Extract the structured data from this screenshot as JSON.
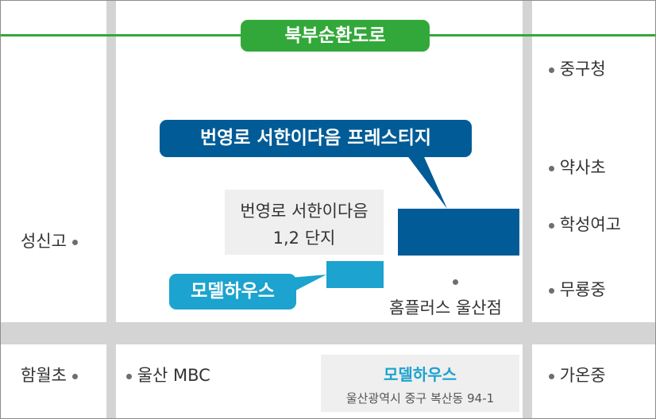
{
  "title_road": "북부순환도로",
  "site_label": "번영로 서한이다음 프레스티지",
  "existing_complex": {
    "line1": "번영로 서한이다음",
    "line2": "1,2 단지"
  },
  "model_house_label": "모델하우스",
  "landmarks": {
    "jungu_office": "중구청",
    "yaksa_elem": "약사초",
    "haksung_girls": "학성여고",
    "muryong_middle": "무룡중",
    "seongsin_high": "성신고",
    "homeplus": "홈플러스 울산점",
    "hamwol_elem": "함월초",
    "ulsan_mbc": "울산 MBC",
    "gaon_middle": "가온중"
  },
  "address_box": {
    "title": "모델하우스",
    "address": "울산광역시 중구 복산동 94-1"
  },
  "colors": {
    "road": "#d4d4d4",
    "green_road": "#33a83a",
    "site_blue": "#005b96",
    "model_cyan": "#1ca3cf",
    "text": "#333333"
  }
}
